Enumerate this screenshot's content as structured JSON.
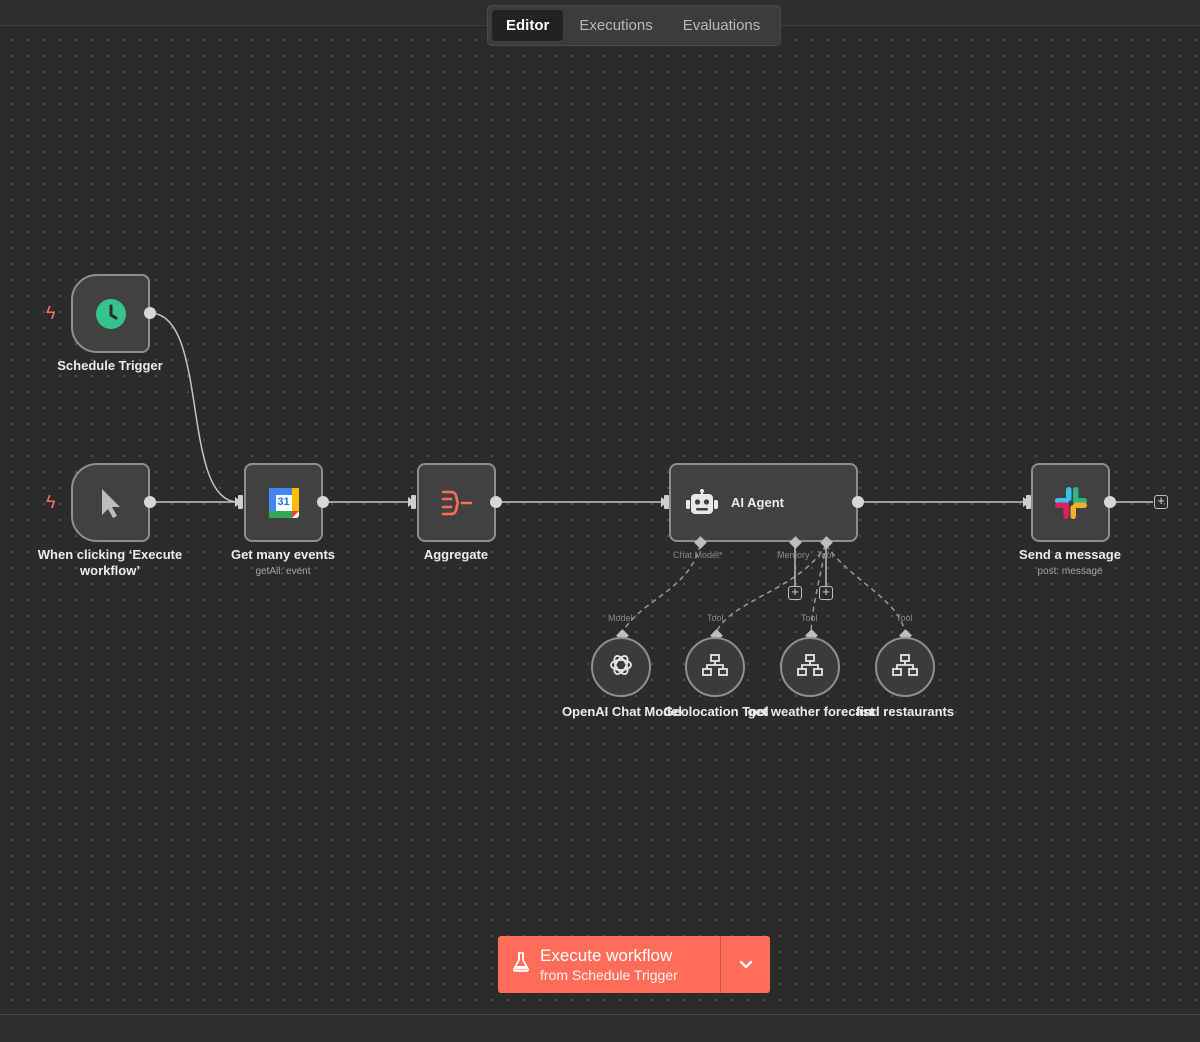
{
  "tabs": [
    {
      "label": "Editor",
      "active": true
    },
    {
      "label": "Executions",
      "active": false
    },
    {
      "label": "Evaluations",
      "active": false
    }
  ],
  "nodes": {
    "schedule_trigger": {
      "label": "Schedule Trigger",
      "icon": "clock-icon"
    },
    "manual_trigger": {
      "label": "When clicking ‘Execute workflow’",
      "icon": "cursor-icon"
    },
    "get_events": {
      "label": "Get many events",
      "subtitle": "getAll: event",
      "icon": "google-calendar-icon",
      "calendar_day": "31"
    },
    "aggregate": {
      "label": "Aggregate",
      "icon": "aggregate-icon"
    },
    "ai_agent": {
      "label": "AI Agent",
      "icon": "robot-icon"
    },
    "send_message": {
      "label": "Send a message",
      "subtitle": "post: message",
      "icon": "slack-icon"
    }
  },
  "agent_ports": {
    "chat_model": "Chat Model",
    "memory": "Memory",
    "tool": "Tool",
    "required_marker": "*"
  },
  "sub_nodes": [
    {
      "label": "OpenAI Chat Model",
      "port": "Model",
      "icon": "openai-icon"
    },
    {
      "label": "Geolocation Tool",
      "port": "Tool",
      "icon": "network-icon"
    },
    {
      "label": "get weather forecast",
      "port": "Tool",
      "icon": "network-icon"
    },
    {
      "label": "find restaurants",
      "port": "Tool",
      "icon": "network-icon"
    }
  ],
  "execute": {
    "title": "Execute workflow",
    "subtitle": "from Schedule Trigger",
    "icon": "flask-icon",
    "dropdown_icon": "chevron-down-icon"
  },
  "colors": {
    "accent": "#ff6d5a",
    "clock": "#35c28b",
    "canvas": "#2b2b2b",
    "node_bg": "#414141",
    "node_border": "#8f8f8f"
  }
}
